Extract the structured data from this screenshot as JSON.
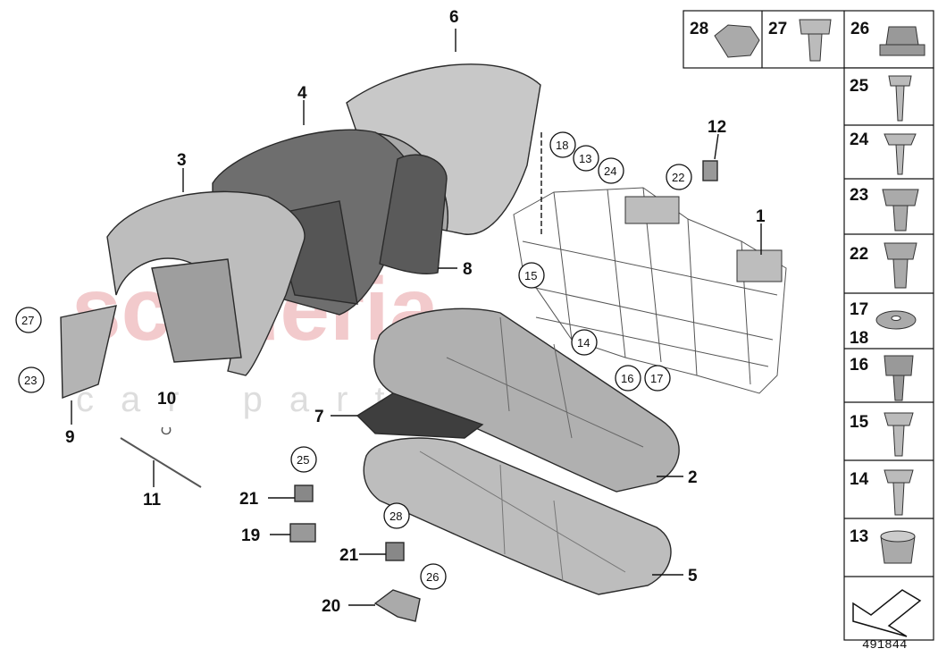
{
  "diagram_number": "491844",
  "watermark": {
    "main": "scuderia",
    "sub": "car parts"
  },
  "callouts": {
    "p1": "1",
    "p2": "2",
    "p3": "3",
    "p4": "4",
    "p5": "5",
    "p6": "6",
    "p7": "7",
    "p8": "8",
    "p9": "9",
    "p10": "10",
    "p11": "11",
    "p12": "12",
    "p19": "19",
    "p20": "20",
    "p21a": "21",
    "p21b": "21"
  },
  "circled_refs": {
    "c27": "27",
    "c23": "23",
    "c25": "25",
    "c28": "28",
    "c26": "26",
    "c18": "18",
    "c13": "13",
    "c24": "24",
    "c22": "22",
    "c15": "15",
    "c14": "14",
    "c16": "16",
    "c17": "17"
  },
  "fastener_table": {
    "top_row": [
      "28",
      "27",
      "26"
    ],
    "column": [
      "25",
      "24",
      "23",
      "22",
      "17",
      "18",
      "16",
      "15",
      "14",
      "13"
    ]
  },
  "colors": {
    "part_fill": "#bdbdbd",
    "part_dark": "#6e6e6e",
    "watermark": "#e8a0a4"
  },
  "icons": {
    "direction": "arrow-direction-icon"
  }
}
